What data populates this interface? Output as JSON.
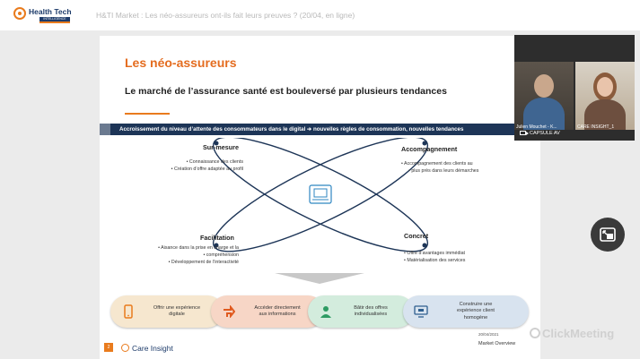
{
  "header": {
    "logo_text": "Health Tech",
    "logo_subtext": "INTELLIGENCE",
    "meeting_title": "H&TI Market : Les néo-assureurs ont-ils fait leurs preuves ? (20/04, en ligne)"
  },
  "slide": {
    "title": "Les néo-assureurs",
    "subtitle": "Le marché de l’assurance santé est bouleversé par plusieurs tendances",
    "banner": "Accroissement du niveau d’attente des consommateurs dans le digital ➔ nouvelles règles de consommation, nouvelles tendances",
    "quadrants": {
      "top_left": {
        "title": "Sur-mesure",
        "items": [
          "Connaissance des clients",
          "Création d’offre adaptée au profil"
        ]
      },
      "top_right": {
        "title": "Accompagnement",
        "items": [
          "Accompagnement des clients au",
          "plus près dans leurs démarches"
        ]
      },
      "bottom_left": {
        "title": "Facilitation",
        "items": [
          "Aisance dans la prise en charge et la",
          "compréhension",
          "Développement de l’interactivité"
        ]
      },
      "bottom_right": {
        "title": "Concret",
        "items": [
          "Offre d’avantages immédiat",
          "Matérialisation des services"
        ]
      }
    },
    "pills": [
      {
        "text": "Offrir une expérience\ndigitale",
        "color": "#f6e7cf",
        "icon": "mobile-icon"
      },
      {
        "text": "Accéder directement\naux informations",
        "color": "#f7d6c6",
        "icon": "direction-icon"
      },
      {
        "text": "Bâtir des offres\nindividualisées",
        "color": "#d3ecdd",
        "icon": "person-icon"
      },
      {
        "text": "Construire une\nexpérience client\nhomogène",
        "color": "#d8e3ef",
        "icon": "screen-icon"
      }
    ],
    "footer": {
      "page_number": "2",
      "brand": "Care Insight",
      "date": "20/04/2021",
      "section": "Market Overview"
    }
  },
  "video": {
    "participants": [
      {
        "label": "Julien Mouchet - K..."
      },
      {
        "label": "CARE INSIGHT_1"
      }
    ],
    "capsule_label": "CAPSULE AV"
  },
  "watermark": "ClickMeeting",
  "colors": {
    "accent_orange": "#e46c1f",
    "banner_navy": "#1d3557",
    "diagram_navy": "#1d3557"
  }
}
